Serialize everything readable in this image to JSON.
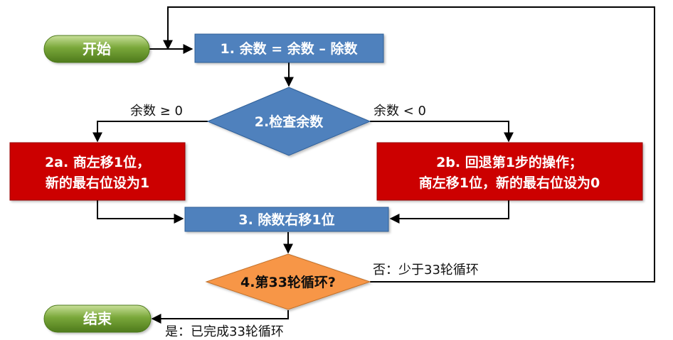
{
  "flowchart": {
    "start_label": "开始",
    "end_label": "结束",
    "step1": "1. 余数 = 余数 – 除数",
    "step2": "2.检查余数",
    "step2a_line1": "2a. 商左移1位，",
    "step2a_line2": "新的最右位设为1",
    "step2b_line1": "2b. 回退第1步的操作；",
    "step2b_line2": "商左移1位，新的最右位设为0",
    "step3": "3. 除数右移1位",
    "step4": "4.第33轮循环?",
    "edge_ge0": "余数 ≥ 0",
    "edge_lt0": "余数 < 0",
    "edge_no": "否：少于33轮循环",
    "edge_yes": "是：已完成33轮循环"
  },
  "colors": {
    "terminal_fill": "#6e9a32",
    "process_blue": "#4f81bd",
    "process_red": "#cc0000",
    "decision_blue": "#4f81bd",
    "decision_orange": "#f79646",
    "line": "#000000"
  }
}
